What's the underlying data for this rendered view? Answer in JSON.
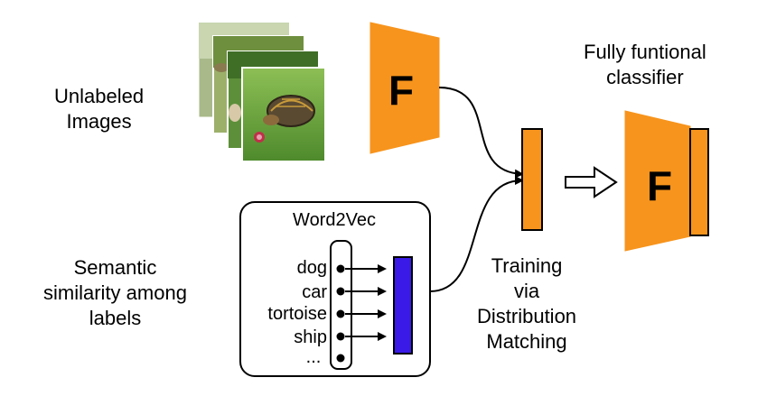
{
  "labels": {
    "unlabeled_line1": "Unlabeled",
    "unlabeled_line2": "Images",
    "semantic_line1": "Semantic",
    "semantic_line2": "similarity among",
    "semantic_line3": "labels",
    "classifier_line1": "Fully funtional",
    "classifier_line2": "classifier",
    "training_line1": "Training",
    "training_line2": "via",
    "training_line3": "Distribution",
    "training_line4": "Matching",
    "word2vec_title": "Word2Vec",
    "encoder_letter": "F",
    "classifier_letter": "F"
  },
  "words": [
    "dog",
    "car",
    "tortoise",
    "ship",
    "..."
  ],
  "colors": {
    "encoder_fill": "#F7941D",
    "feature_bar": "#F7941D",
    "embedding_bar": "#3A1AE6",
    "stroke": "#000000",
    "grass_light": "#7FB24A",
    "grass_dark": "#4E8A2C"
  },
  "images": [
    "grass-photo-icon",
    "bird-photo-icon",
    "garden-photo-icon",
    "tortoise-photo-icon"
  ]
}
